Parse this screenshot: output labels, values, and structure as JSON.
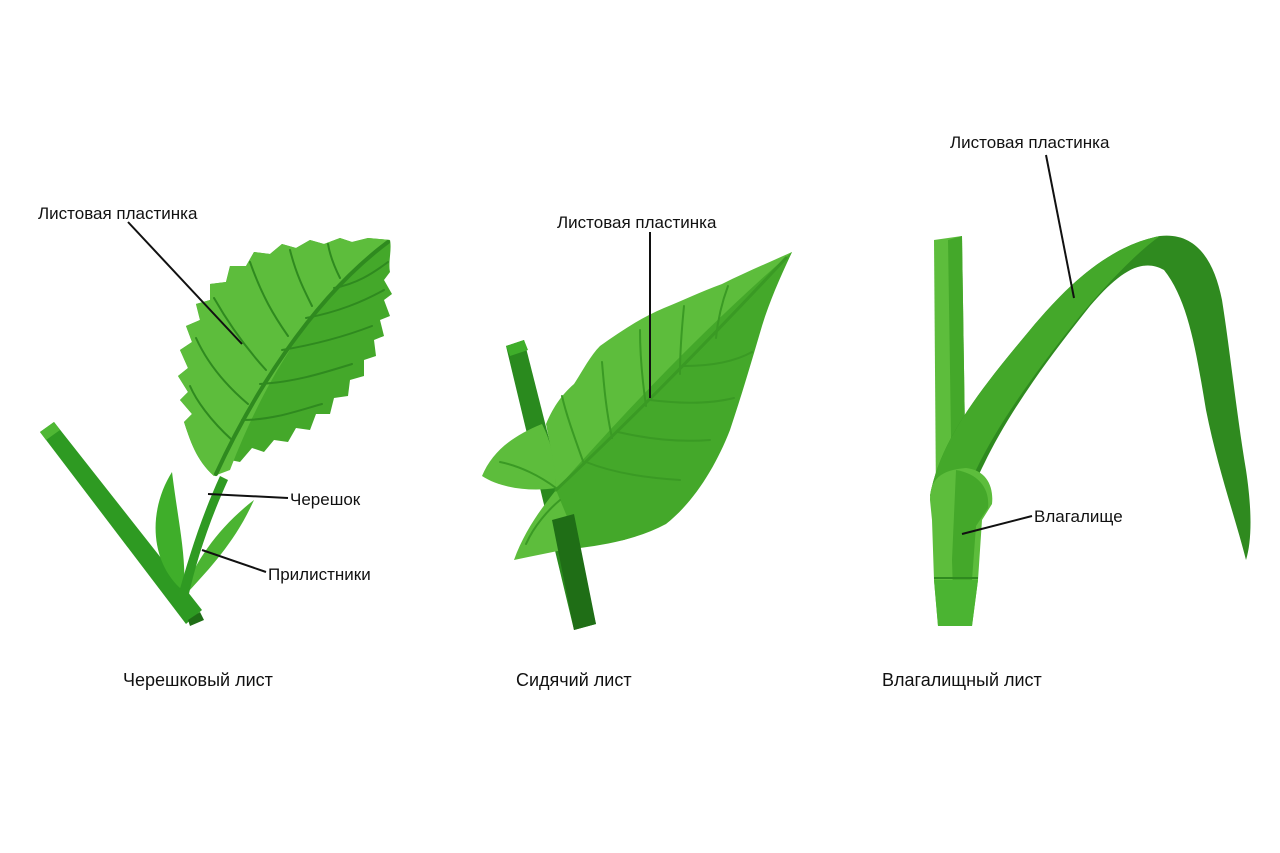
{
  "panels": [
    {
      "caption": "Черешковый лист",
      "labels": {
        "blade": "Листовая пластинка",
        "petiole": "Черешок",
        "stipules": "Прилистники"
      }
    },
    {
      "caption": "Сидячий лист",
      "labels": {
        "blade": "Листовая пластинка"
      }
    },
    {
      "caption": "Влагалищный лист",
      "labels": {
        "blade": "Листовая пластинка",
        "sheath": "Влагалище"
      }
    }
  ],
  "colors": {
    "leaf_light": "#5dbd3c",
    "leaf_mid": "#44a82a",
    "leaf_dark": "#2f8a1f",
    "stem": "#2e9a22",
    "stem_dark": "#1f6e16",
    "vein": "#3a9a24"
  }
}
